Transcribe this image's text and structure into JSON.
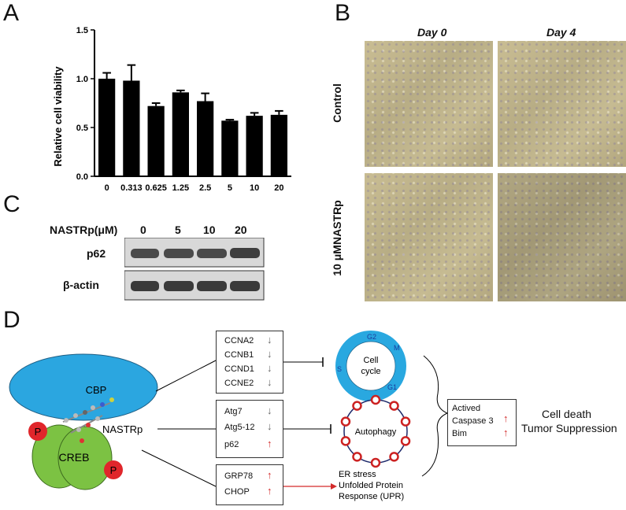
{
  "panels": {
    "A": "A",
    "B": "B",
    "C": "C",
    "D": "D"
  },
  "chart_data": {
    "type": "bar",
    "ylabel": "Relative cell viability",
    "categories": [
      "0",
      "0.313",
      "0.625",
      "1.25",
      "2.5",
      "5",
      "10",
      "20"
    ],
    "values": [
      1.0,
      0.98,
      0.72,
      0.86,
      0.77,
      0.57,
      0.62,
      0.63
    ],
    "errors": [
      0.06,
      0.16,
      0.03,
      0.02,
      0.08,
      0.01,
      0.03,
      0.04
    ],
    "ylim": [
      0.0,
      1.5
    ],
    "yticks": [
      "0.0",
      "0.5",
      "1.0",
      "1.5"
    ],
    "bar_color": "#000000"
  },
  "microscopy": {
    "col_labels": [
      "Day 0",
      "Day 4"
    ],
    "row_labels": [
      "Control",
      "10 μMNASTRp"
    ]
  },
  "western": {
    "treatment_label": "NASTRp(μM)",
    "doses": [
      "0",
      "5",
      "10",
      "20"
    ],
    "bands": [
      "p62",
      "β-actin"
    ]
  },
  "diagram": {
    "cbp": "CBP",
    "creb": "CREB",
    "p_label": "P",
    "nastrp": "NASTRp",
    "cell_cycle_genes": [
      {
        "name": "CCNA2",
        "dir": "↓"
      },
      {
        "name": "CCNB1",
        "dir": "↓"
      },
      {
        "name": "CCND1",
        "dir": "↓"
      },
      {
        "name": "CCNE2",
        "dir": "↓"
      }
    ],
    "autophagy_genes": [
      {
        "name": "Atg7",
        "dir": "↓"
      },
      {
        "name": "Atg5-12",
        "dir": "↓"
      },
      {
        "name": "p62",
        "dir": "↑"
      }
    ],
    "er_genes": [
      {
        "name": "GRP78",
        "dir": "↑"
      },
      {
        "name": "CHOP",
        "dir": "↑"
      }
    ],
    "cell_cycle": {
      "center": "Cell\ncycle",
      "phases": [
        "G2",
        "M",
        "G1",
        "S"
      ]
    },
    "autophagy": "Autophagy",
    "er_stress": [
      "ER stress",
      "Unfolded Protein",
      "Response (UPR)"
    ],
    "apoptosis": [
      {
        "name": "Actived",
        "dir": ""
      },
      {
        "name": "Caspase 3",
        "dir": "↑"
      },
      {
        "name": "Bim",
        "dir": "↑"
      }
    ],
    "outcome": [
      "Cell death",
      "Tumor Suppression"
    ],
    "colors": {
      "cbp": "#2ba6e0",
      "creb": "#7cc243",
      "p": "#e0262b",
      "up": "#d32a2a",
      "down": "#666666",
      "ring": "#29a8e0"
    }
  }
}
